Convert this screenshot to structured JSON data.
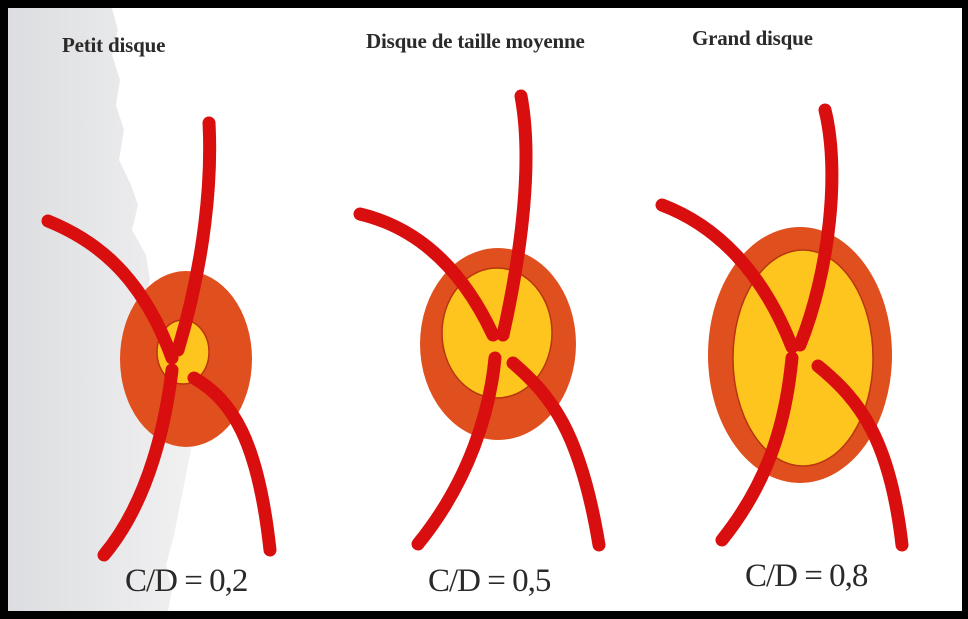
{
  "panels": [
    {
      "title": "Petit disque",
      "ratio_label": "C/D = 0,2"
    },
    {
      "title": "Disque de taille moyenne",
      "ratio_label": "C/D = 0,5"
    },
    {
      "title": "Grand disque",
      "ratio_label": "C/D = 0,8"
    }
  ],
  "colors": {
    "frame": "#000000",
    "background": "#ffffff",
    "torn_paper": "#e9e9eb",
    "outer_disc": "#e0501e",
    "inner_disc": "#ffc51f",
    "arms": "#d90f0f",
    "text": "#2a2a2a"
  }
}
